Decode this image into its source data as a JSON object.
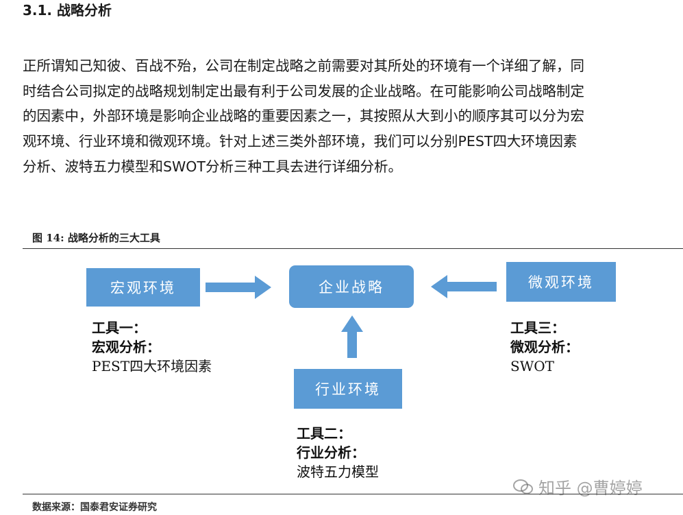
{
  "section": {
    "title": "3.1. 战略分析"
  },
  "paragraph": {
    "lines": [
      "正所谓知己知彼、百战不殆，公司在制定战略之前需要对其所处的环境有一个详细了解，同",
      "时结合公司拟定的战略规划制定出最有利于公司发展的企业战略。在可能影响公司战略制定",
      "的因素中，外部环境是影响企业战略的重要因素之一，其按照从大到小的顺序其可以分为宏",
      "观环境、行业环境和微观环境。针对上述三类外部环境，我们可以分别PEST四大环境因素",
      "分析、波特五力模型和SWOT分析三种工具去进行详细分析。"
    ]
  },
  "figure": {
    "caption": "图 14: 战略分析的三大工具",
    "boxes": {
      "macro": "宏观环境",
      "strategy": "企业战略",
      "micro": "微观环境",
      "industry": "行业环境"
    },
    "tools": {
      "one": {
        "heading": "工具一：",
        "analysis": "宏观分析：",
        "method": "PEST四大环境因素"
      },
      "two": {
        "heading": "工具二：",
        "analysis": "行业分析：",
        "method": "波特五力模型"
      },
      "three": {
        "heading": "工具三：",
        "analysis": "微观分析：",
        "method": "SWOT"
      }
    },
    "source": "数据来源：国泰君安证券研究"
  },
  "watermark": {
    "text": "知乎 @曹婷婷"
  },
  "colors": {
    "box_fill": "#5b9bd5",
    "arrow_fill": "#5b9bd5",
    "text": "#1a1a1a"
  }
}
